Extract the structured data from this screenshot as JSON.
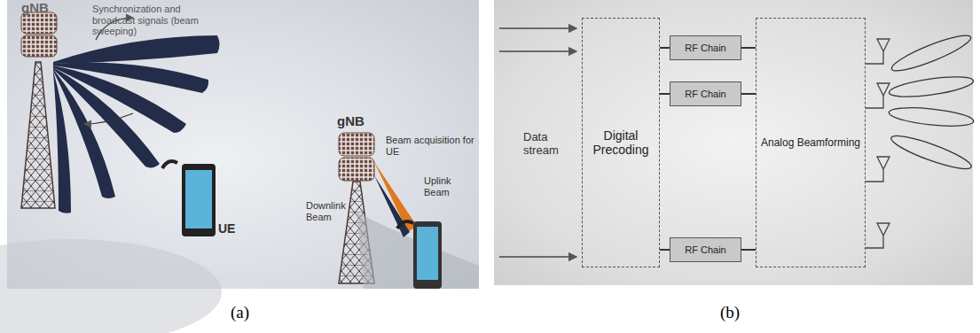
{
  "diagram": {
    "nodes": [
      {
        "text": [
          "Digital Precoding"
        ]
      },
      {
        "text": [
          "RF Chain"
        ]
      },
      {
        "text": [
          "RF Chain"
        ]
      },
      {
        "text": [
          "RF Chain"
        ]
      },
      {
        "text": [
          "Analog Beamforming"
        ]
      }
    ],
    "edges": [
      {
        "from": 0,
        "to": 1,
        "arrow": "none"
      },
      {
        "from": 0,
        "to": 2,
        "arrow": "none"
      },
      {
        "from": 0,
        "to": 3,
        "arrow": "none"
      },
      {
        "from": 1,
        "to": 4,
        "arrow": "none"
      },
      {
        "from": 2,
        "to": 4,
        "arrow": "none"
      },
      {
        "from": 3,
        "to": 4,
        "arrow": "none"
      }
    ],
    "labels": [
      "gNB",
      "Synchronization and broadcast signals (beam sweeping)",
      "UE",
      "gNB",
      "Beam acquisition for UE",
      "Uplink Beam",
      "Downlink Beam",
      "Data stream",
      "(a)",
      "(b)"
    ]
  }
}
